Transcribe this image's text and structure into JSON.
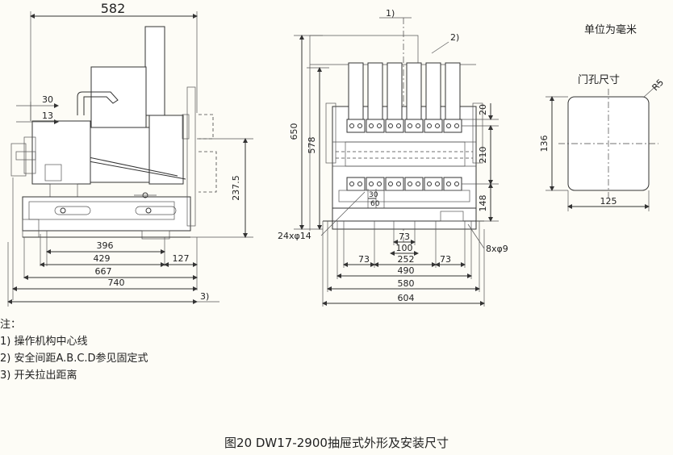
{
  "unit_label": "单位为毫米",
  "door_hole": {
    "title": "门孔尺寸",
    "radius": "R5",
    "height": "136",
    "width": "125"
  },
  "side_view": {
    "width_total": "582",
    "d30": "30",
    "d13": "13",
    "h_237_5": "237.5",
    "d396": "396",
    "d429": "429",
    "d127": "127",
    "d667": "667",
    "d740": "740",
    "note3_ref": "3)"
  },
  "front_view": {
    "ref1": "1)",
    "ref2": "2)",
    "h650": "650",
    "h578": "578",
    "d20": "20",
    "d210": "210",
    "d148": "148",
    "d30": "30",
    "d60": "60",
    "holes_left": "24xφ14",
    "holes_right": "8xφ9",
    "d73_center": "73",
    "d100": "100",
    "d73_left": "73",
    "d252": "252",
    "d73_right": "73",
    "d490": "490",
    "d580": "580",
    "d604": "604"
  },
  "notes": {
    "title": "注：",
    "items": [
      "1) 操作机构中心线",
      "2) 安全间距A.B.C.D参见固定式",
      "3) 开关拉出距离"
    ]
  },
  "caption": "图20 DW17-2900抽屉式外形及安装尺寸"
}
